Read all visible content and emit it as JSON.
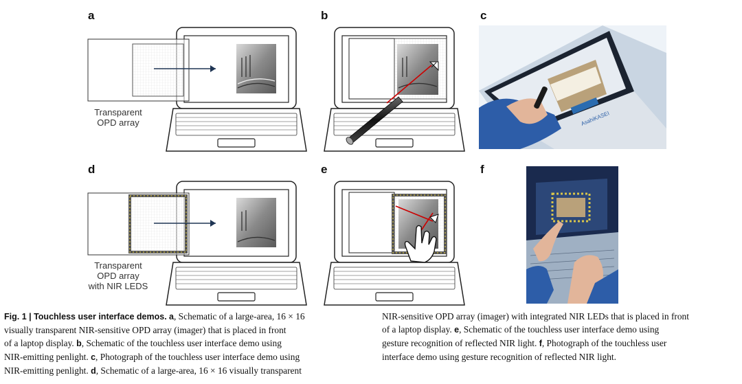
{
  "panels": {
    "a": "a",
    "b": "b",
    "c": "c",
    "d": "d",
    "e": "e",
    "f": "f"
  },
  "labels": {
    "a": [
      "Transparent",
      "OPD array"
    ],
    "d": [
      "Transparent",
      "OPD array",
      "with NIR LEDS"
    ]
  },
  "photo_c_brand": "AsahiKASEI",
  "caption": {
    "fig_label": "Fig. 1 | Touchless user interface demos.",
    "left": [
      {
        "k": "a",
        "t": ", Schematic of a large-area, 16 × 16"
      },
      {
        "t": "visually transparent NIR-sensitive OPD array (imager) that is placed in front"
      },
      {
        "t": "of a laptop display. "
      },
      {
        "k": "b",
        "t": ", Schematic of the touchless user interface demo using"
      },
      {
        "t": "NIR-emitting penlight. "
      },
      {
        "k": "c",
        "t": ", Photograph of the touchless user interface demo using"
      },
      {
        "t": "NIR-emitting penlight. "
      },
      {
        "k": "d",
        "t": ", Schematic of a large-area, 16 × 16 visually transparent"
      }
    ],
    "right": [
      "NIR-sensitive OPD array (imager) with integrated NIR LEDs that is placed in front",
      "of a laptop display. ",
      "gesture recognition of reflected NIR light. ",
      "interface demo using gesture recognition of reflected NIR light."
    ],
    "right_e": ", Schematic of the touchless user interface demo using",
    "right_f": ", Photograph of the touchless user"
  }
}
